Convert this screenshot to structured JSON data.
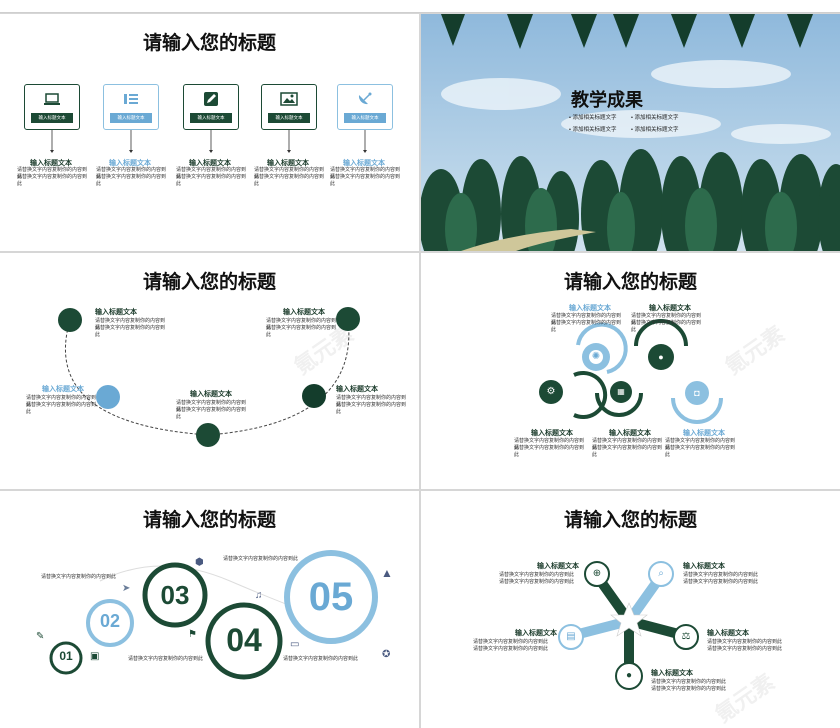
{
  "slide1": {
    "title": "请输入您的标题",
    "items": [
      {
        "tag": "输入标题文本",
        "heading": "输入标题文本",
        "body": "请替换文字内容复制你的内容到此",
        "accent": "dark",
        "icon": "laptop-icon"
      },
      {
        "tag": "输入标题文本",
        "heading": "输入标题文本",
        "body": "请替换文字内容复制你的内容到此",
        "accent": "blue",
        "icon": "list-icon"
      },
      {
        "tag": "输入标题文本",
        "heading": "输入标题文本",
        "body": "请替换文字内容复制你的内容到此",
        "accent": "dark",
        "icon": "pencil-icon"
      },
      {
        "tag": "输入标题文本",
        "heading": "输入标题文本",
        "body": "请替换文字内容复制你的内容到此",
        "accent": "dark",
        "icon": "image-icon"
      },
      {
        "tag": "输入标题文本",
        "heading": "输入标题文本",
        "body": "请替换文字内容复制你的内容到此",
        "accent": "blue",
        "icon": "satellite-icon"
      }
    ]
  },
  "slide2": {
    "title": "教学成果",
    "bullets": [
      "添加相关标题文字",
      "添加相关标题文字",
      "添加相关标题文字",
      "添加相关标题文字"
    ]
  },
  "slide3": {
    "title": "请输入您的标题",
    "nodes": [
      {
        "heading": "输入标题文本",
        "body": "请替换文字内容复制你的内容到此"
      },
      {
        "heading": "输入标题文本",
        "body": "请替换文字内容复制你的内容到此"
      },
      {
        "heading": "输入标题文本",
        "body": "请替换文字内容复制你的内容到此"
      },
      {
        "heading": "输入标题文本",
        "body": "请替换文字内容复制你的内容到此"
      },
      {
        "heading": "输入标题文本",
        "body": "请替换文字内容复制你的内容到此"
      }
    ],
    "watermark": "氪元素"
  },
  "slide4": {
    "title": "请输入您的标题",
    "nodes": [
      {
        "heading": "输入标题文本",
        "body": "请替换文字内容复制你的内容到此"
      },
      {
        "heading": "输入标题文本",
        "body": "请替换文字内容复制你的内容到此"
      },
      {
        "heading": "输入标题文本",
        "body": "请替换文字内容复制你的内容到此"
      },
      {
        "heading": "输入标题文本",
        "body": "请替换文字内容复制你的内容到此"
      },
      {
        "heading": "输入标题文本",
        "body": "请替换文字内容复制你的内容到此"
      }
    ],
    "watermark": "氪元素"
  },
  "slide5": {
    "title": "请输入您的标题",
    "numbers": [
      "01",
      "02",
      "03",
      "04",
      "05"
    ],
    "notes": [
      "请替换文字内容复制你的内容到此",
      "请替换文字内容复制你的内容到此",
      "请替换文字内容复制你的内容到此",
      "请替换文字内容复制你的内容到此"
    ]
  },
  "slide6": {
    "title": "请输入您的标题",
    "nodes": [
      {
        "heading": "输入标题文本",
        "body": "请替换文字内容复制你的内容到此"
      },
      {
        "heading": "输入标题文本",
        "body": "请替换文字内容复制你的内容到此"
      },
      {
        "heading": "输入标题文本",
        "body": "请替换文字内容复制你的内容到此"
      },
      {
        "heading": "输入标题文本",
        "body": "请替换文字内容复制你的内容到此"
      },
      {
        "heading": "输入标题文本",
        "body": "请替换文字内容复制你的内容到此"
      }
    ],
    "watermark": "氪元素"
  },
  "colors": {
    "dark_green": "#1c4a35",
    "blue": "#6aa9d4",
    "light_blue": "#8cc0e0"
  }
}
